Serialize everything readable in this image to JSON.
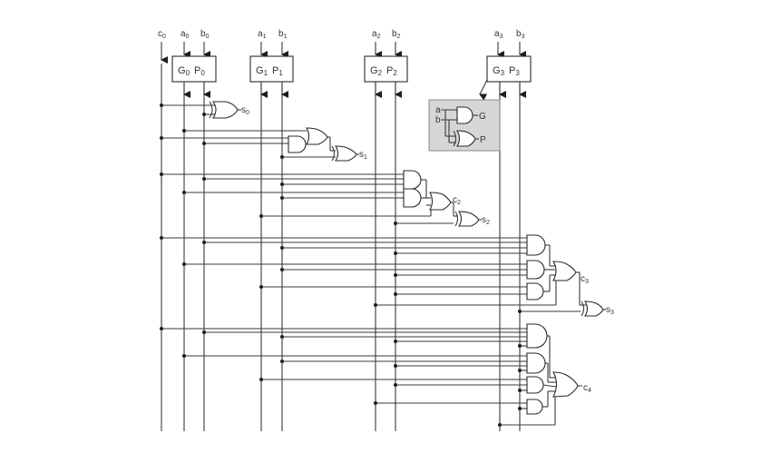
{
  "inputs": {
    "c0": "c",
    "c0_sub": "0",
    "a0": "a",
    "a0_sub": "0",
    "b0": "b",
    "b0_sub": "0",
    "a1": "a",
    "a1_sub": "1",
    "b1": "b",
    "b1_sub": "1",
    "a2": "a",
    "a2_sub": "2",
    "b2": "b",
    "b2_sub": "2",
    "a3": "a",
    "a3_sub": "3",
    "b3": "b",
    "b3_sub": "3"
  },
  "blocks": [
    {
      "g": "G",
      "g_sub": "0",
      "p": "P",
      "p_sub": "0"
    },
    {
      "g": "G",
      "g_sub": "1",
      "p": "P",
      "p_sub": "1"
    },
    {
      "g": "G",
      "g_sub": "2",
      "p": "P",
      "p_sub": "2"
    },
    {
      "g": "G",
      "g_sub": "3",
      "p": "P",
      "p_sub": "3"
    }
  ],
  "outputs": {
    "s0": "s",
    "s0_sub": "0",
    "s1": "s",
    "s1_sub": "1",
    "s2": "s",
    "s2_sub": "2",
    "s3": "s",
    "s3_sub": "3",
    "c2": "c",
    "c2_sub": "2",
    "c3": "c",
    "c3_sub": "3",
    "c4": "c",
    "c4_sub": "4"
  },
  "legend": {
    "a": "a",
    "b": "b",
    "g": "G",
    "p": "P"
  },
  "colors": {
    "line": "#3a3a3a",
    "legend_fill": "#d6d6d6"
  }
}
